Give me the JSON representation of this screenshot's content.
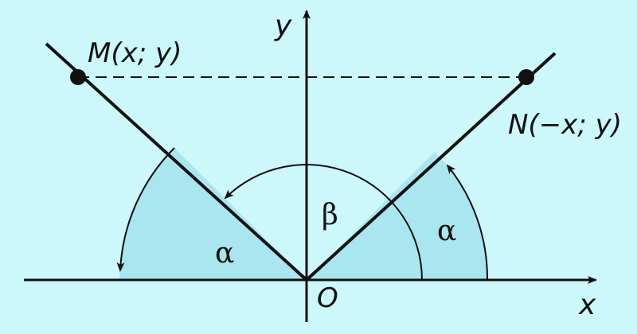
{
  "axes": {
    "x_label": "x",
    "y_label": "y",
    "origin_label": "O"
  },
  "points": {
    "m_label": "M(x; y)",
    "n_label": "N(−x; y)"
  },
  "angles": {
    "alpha_left": "α",
    "alpha_right": "α",
    "beta": "β"
  },
  "colors": {
    "background": "#ccf7fb",
    "sector_fill": "#a9e6f0",
    "ink": "#111111"
  }
}
